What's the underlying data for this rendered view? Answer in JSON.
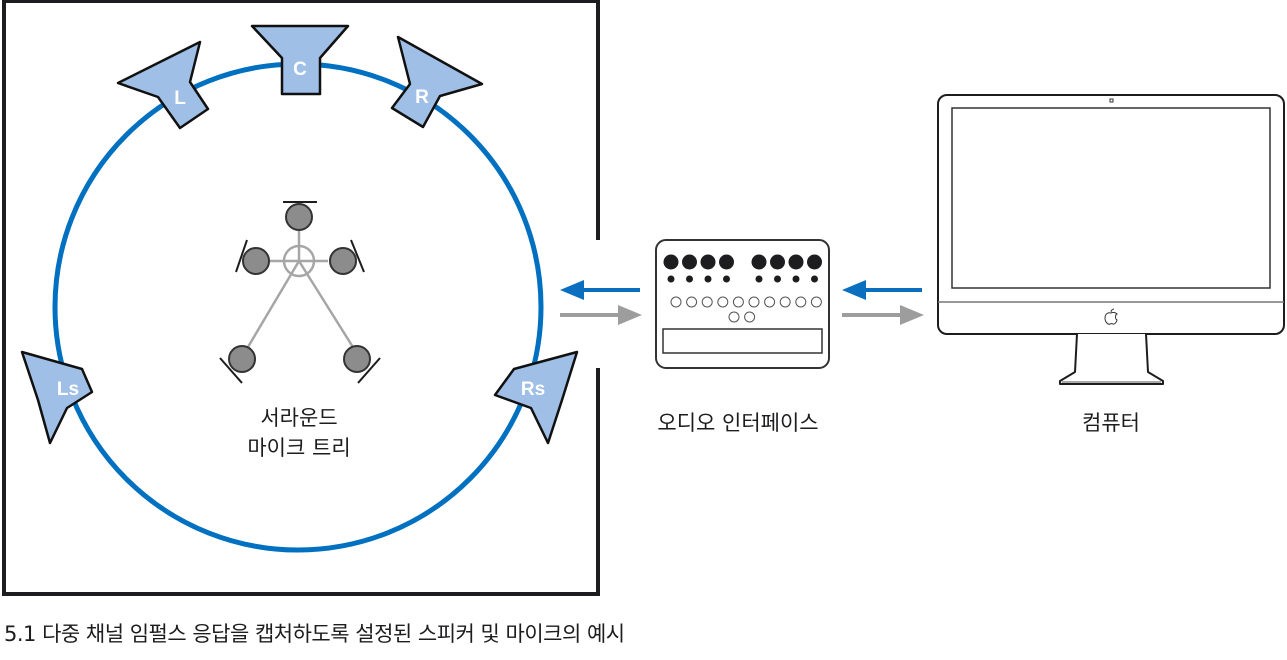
{
  "colors": {
    "circle": "#0070c0",
    "speaker_fill": "#a0bfe6",
    "speaker_stroke": "#111111",
    "mic_fill": "#8c8c8c",
    "mic_stroke": "#333333",
    "mic_arm": "#a6a6a6",
    "arrow_in": "#0a6fbf",
    "arrow_out": "#9d9d9d",
    "outline": "#1d1d1f"
  },
  "speakers": [
    {
      "id": "L",
      "label": "L"
    },
    {
      "id": "C",
      "label": "C"
    },
    {
      "id": "R",
      "label": "R"
    },
    {
      "id": "Ls",
      "label": "Ls"
    },
    {
      "id": "Rs",
      "label": "Rs"
    }
  ],
  "mic_tree": {
    "label_line1": "서라운드",
    "label_line2": "마이크 트리",
    "mic_count": 5
  },
  "audio_interface": {
    "label": "오디오 인터페이스",
    "large_knobs_per_group": 4,
    "small_knobs_per_group": 4,
    "input_row_count": 10,
    "input_row2_count": 2
  },
  "computer": {
    "label": "컴퓨터",
    "logo_icon": "apple-logo-icon"
  },
  "caption": "5.1 다중 채널 임펄스 응답을 캡처하도록 설정된 스피커 및 마이크의 예시"
}
